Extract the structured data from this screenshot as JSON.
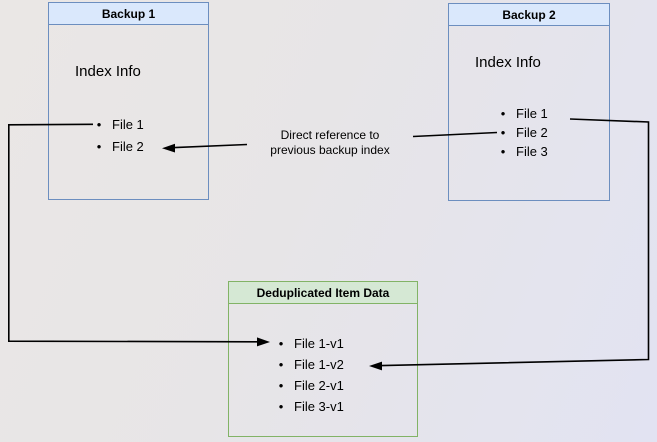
{
  "backup1": {
    "title": "Backup 1",
    "heading": "Index Info",
    "files": [
      "File 1",
      "File 2"
    ]
  },
  "backup2": {
    "title": "Backup 2",
    "heading": "Index Info",
    "files": [
      "File 1",
      "File 2",
      "File 3"
    ]
  },
  "dedup": {
    "title": "Deduplicated Item Data",
    "items": [
      "File 1-v1",
      "File 1-v2",
      "File 2-v1",
      "File 3-v1"
    ]
  },
  "annotation": {
    "line1": "Direct reference to",
    "line2": "previous backup index"
  },
  "colors": {
    "blue_fill": "#dae8fc",
    "blue_border": "#6c8ebf",
    "green_fill": "#d5e8d4",
    "green_border": "#82b366",
    "connector": "#000000"
  }
}
